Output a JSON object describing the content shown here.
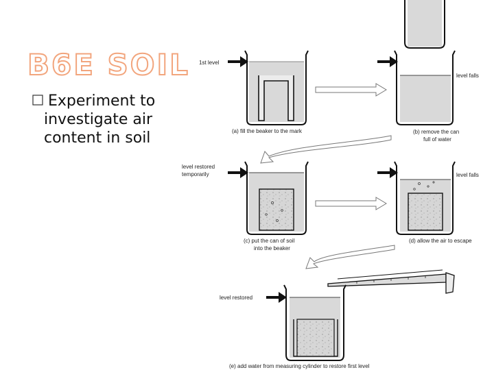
{
  "slide": {
    "title": "B6E SOIL",
    "bullet_lines": [
      "Experiment to",
      "investigate air",
      "content in soil"
    ]
  },
  "diagram": {
    "labels": {
      "first_level": "1st level",
      "level_falls_b": "level falls",
      "caption_a": "(a)  fill the beaker to the mark",
      "caption_b_1": "(b)  remove the can",
      "caption_b_2": "full of water",
      "level_restored_temp_1": "level restored",
      "level_restored_temp_2": "temporarily",
      "level_falls_d": "level falls",
      "caption_c_1": "(c)  put the can of soil",
      "caption_c_2": "into the beaker",
      "caption_d": "(d)  allow the air to escape",
      "level_restored": "level restored",
      "caption_e": "(e)  add water from measuring cylinder to restore first level"
    },
    "colors": {
      "water": "#d9d9d9",
      "soil": "#cfcfcf",
      "outline": "#111111",
      "title_outline": "#f2a57d"
    }
  }
}
